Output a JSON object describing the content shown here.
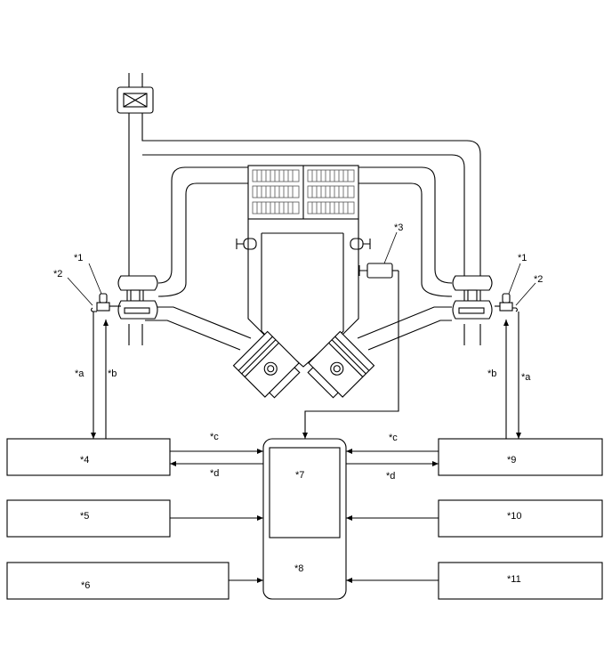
{
  "labels": {
    "c1": "*1",
    "c2": "*2",
    "c3": "*3",
    "c4": "*4",
    "c5": "*5",
    "c6": "*6",
    "c7": "*7",
    "c8": "*8",
    "c9": "*9",
    "c10": "*10",
    "c11": "*11",
    "a": "*a",
    "b": "*b",
    "c": "*c",
    "d": "*d"
  }
}
